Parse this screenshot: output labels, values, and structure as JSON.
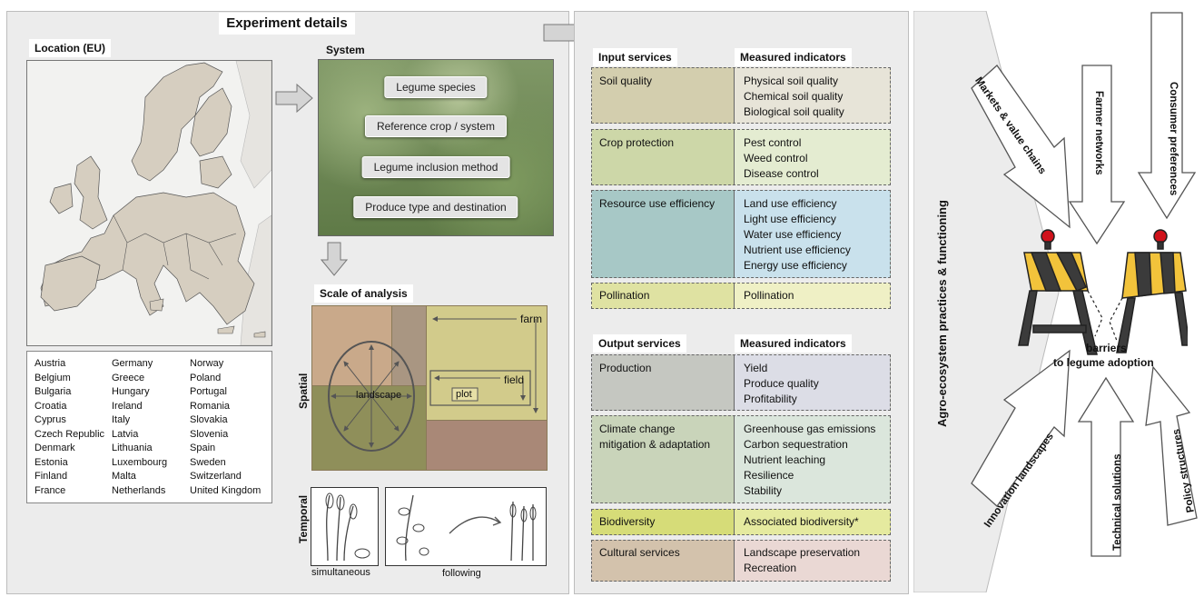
{
  "experiment_details": {
    "title": "Experiment details",
    "location_title": "Location (EU)",
    "countries": [
      [
        "Austria",
        "Belgium",
        "Bulgaria",
        "Croatia",
        "Cyprus",
        "Czech Republic",
        "Denmark",
        "Estonia",
        "Finland",
        "France"
      ],
      [
        "Germany",
        "Greece",
        "Hungary",
        "Ireland",
        "Italy",
        "Latvia",
        "Lithuania",
        "Luxembourg",
        "Malta",
        "Netherlands"
      ],
      [
        "Norway",
        "Poland",
        "Portugal",
        "Romania",
        "Slovakia",
        "Slovenia",
        "Spain",
        "Sweden",
        "Switzerland",
        "United Kingdom"
      ]
    ],
    "system_title": "System",
    "system_items": [
      "Legume species",
      "Reference crop / system",
      "Legume inclusion method",
      "Produce type and destination"
    ],
    "scale_title": "Scale of analysis",
    "spatial_label": "Spatial",
    "temporal_label": "Temporal",
    "farm_label": "farm",
    "field_label": "field",
    "plot_label": "plot",
    "landscape_label": "landscape",
    "simultaneous_label": "simultaneous",
    "following_label": "following"
  },
  "input_services": {
    "title": "Input services",
    "indicators_title": "Measured indicators",
    "rows": [
      {
        "name": "Soil quality",
        "indicators": [
          "Physical soil quality",
          "Chemical soil quality",
          "Biological soil quality"
        ],
        "color_left": "#d3ceae",
        "color_right": "#e7e4d8"
      },
      {
        "name": "Crop protection",
        "indicators": [
          "Pest control",
          "Weed control",
          "Disease control"
        ],
        "color_left": "#cdd7a8",
        "color_right": "#e4ecd1"
      },
      {
        "name": "Resource use efficiency",
        "indicators": [
          "Land use efficiency",
          "Light use efficiency",
          "Water use efficiency",
          "Nutrient use efficiency",
          "Energy use efficiency"
        ],
        "color_left": "#a7c8c6",
        "color_right": "#c9e1ec"
      },
      {
        "name": "Pollination",
        "indicators": [
          "Pollination"
        ],
        "color_left": "#dfe2a2",
        "color_right": "#eff0c5"
      }
    ]
  },
  "output_services": {
    "title": "Output services",
    "indicators_title": "Measured indicators",
    "rows": [
      {
        "name": "Production",
        "indicators": [
          "Yield",
          "Produce quality",
          "Profitability"
        ],
        "color_left": "#c5c7c1",
        "color_right": "#dcdde6"
      },
      {
        "name": "Climate change\nmitigation & adaptation",
        "indicators": [
          "Greenhouse gas emissions",
          "Carbon sequestration",
          "Nutrient leaching",
          "Resilience",
          "Stability"
        ],
        "color_left": "#c9d4ba",
        "color_right": "#dbe6dc"
      },
      {
        "name": "Biodiversity",
        "indicators": [
          "Associated biodiversity*"
        ],
        "color_left": "#d6dc78",
        "color_right": "#e5ea9f"
      },
      {
        "name": "Cultural services",
        "indicators": [
          "Landscape preservation",
          "Recreation"
        ],
        "color_left": "#d3c2ac",
        "color_right": "#ead8d4"
      }
    ]
  },
  "right_panel": {
    "vertical_title": "Agro-ecosystem practices & functioning",
    "arrows_top": [
      "Markets & value chains",
      "Farmer networks",
      "Consumer preferences"
    ],
    "arrows_bottom": [
      "Innovation landscapes",
      "Technical solutions",
      "Policy structures"
    ],
    "center_label_1": "barriers",
    "center_label_2": "to legume adoption"
  }
}
